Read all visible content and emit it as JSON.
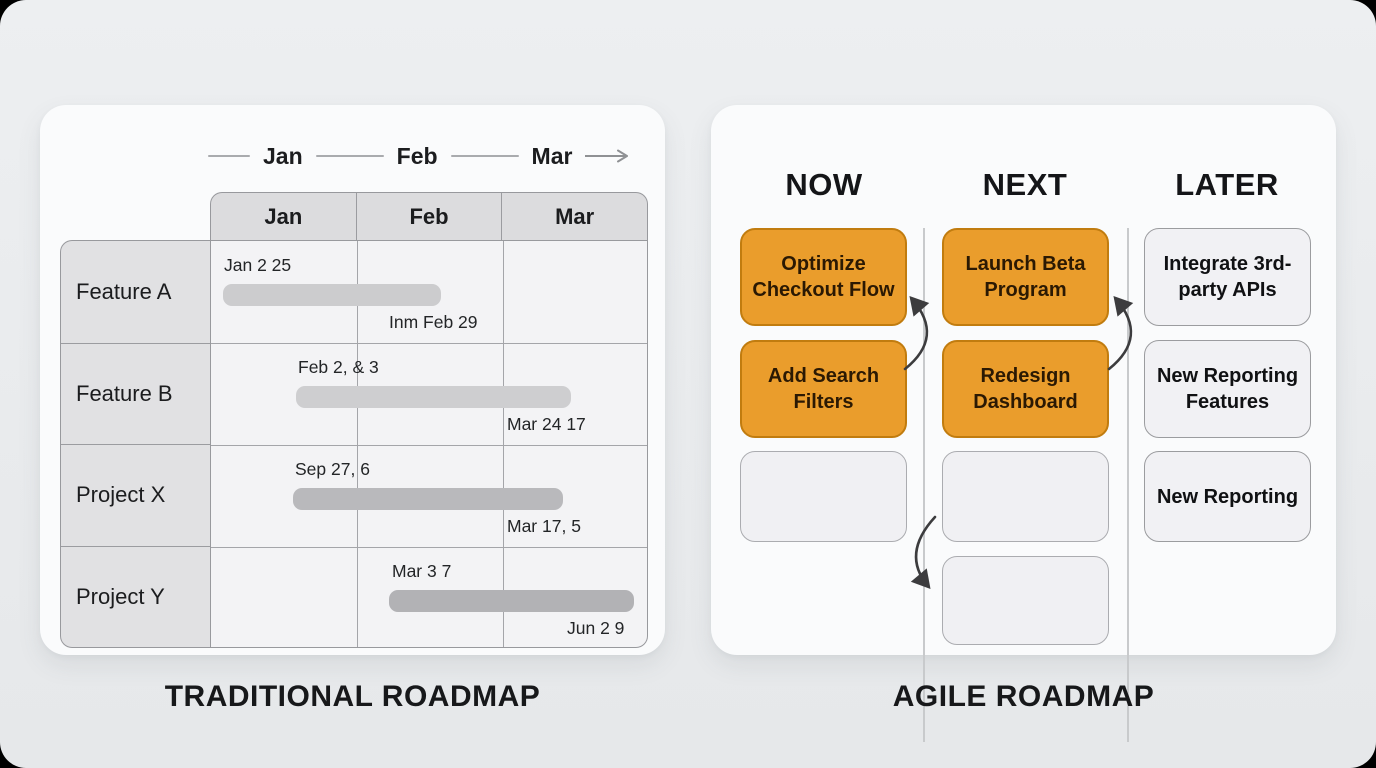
{
  "traditional": {
    "title": "TRADITIONAL ROADMAP",
    "timeline": {
      "months": [
        "Jan",
        "Feb",
        "Mar"
      ]
    },
    "table": {
      "columns": [
        "Jan",
        "Feb",
        "Mar"
      ],
      "rows": [
        {
          "label": "Feature A",
          "start_label": "Jan 2 25",
          "end_label": "Inm Feb 29"
        },
        {
          "label": "Feature B",
          "start_label": "Feb 2, & 3",
          "end_label": "Mar 24 17"
        },
        {
          "label": "Project X",
          "start_label": "Sep 27, 6",
          "end_label": "Mar 17, 5"
        },
        {
          "label": "Project Y",
          "start_label": "Mar 3 7",
          "end_label": "Jun 2 9"
        }
      ]
    }
  },
  "agile": {
    "title": "AGILE ROADMAP",
    "column_headers": [
      {
        "label": "NOW"
      },
      {
        "label": "NEXT"
      },
      {
        "label": "LATER"
      }
    ],
    "cards": {
      "now": [
        {
          "text": "Optimize Checkout Flow"
        },
        {
          "text": "Add Search Filters"
        },
        {
          "text": ""
        }
      ],
      "next": [
        {
          "text": "Launch Beta Program"
        },
        {
          "text": "Redesign Dashboard"
        },
        {
          "text": ""
        },
        {
          "text": ""
        }
      ],
      "later": [
        {
          "text": "Integrate 3rd-party APIs"
        },
        {
          "text": "New Reporting Features"
        },
        {
          "text": "New Reporting"
        }
      ]
    }
  },
  "colors": {
    "card_orange": "#EA9D2C",
    "card_orange_border": "#C17C0F",
    "bar_light_gray": "#CCCCCE",
    "bar_dark_gray": "#B6B6B9",
    "panel_background": "#FAFBFC",
    "page_background": "#EAECEE"
  }
}
